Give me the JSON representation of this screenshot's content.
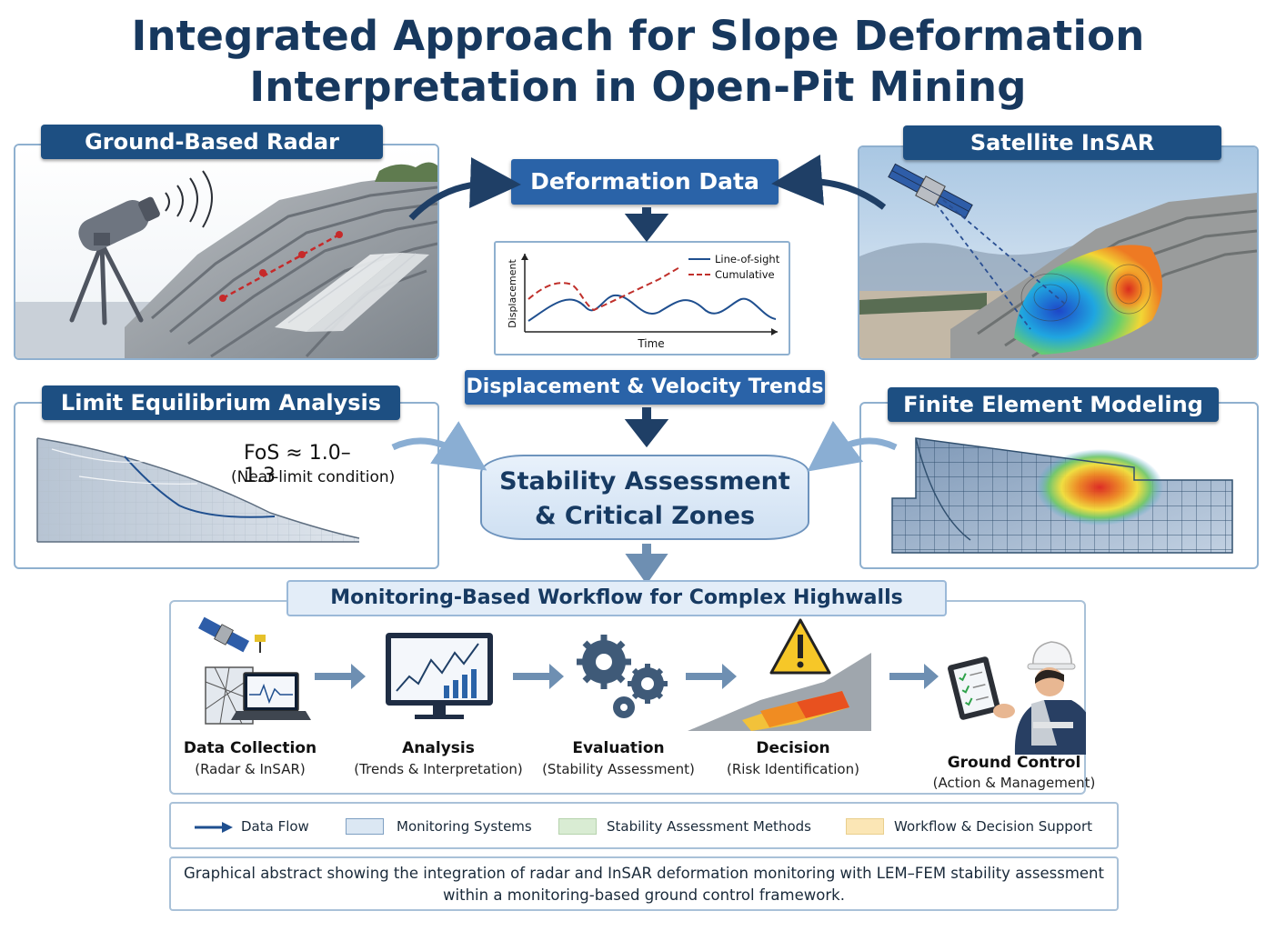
{
  "title": {
    "line1": "Integrated Approach for Slope Deformation",
    "line2": "Interpretation in Open-Pit Mining"
  },
  "panels": {
    "radar": "Ground-Based Radar",
    "insar": "Satellite InSAR",
    "lem": "Limit Equilibrium Analysis",
    "fem": "Finite Element Modeling"
  },
  "lem": {
    "fos": "FoS ≈ 1.0–1.3",
    "condition": "(Near-limit condition)"
  },
  "center": {
    "deformation": "Deformation Data",
    "trends": "Displacement & Velocity Trends",
    "stability_line1": "Stability Assessment",
    "stability_line2": "& Critical Zones"
  },
  "chart_data": {
    "type": "line",
    "xlabel": "Time",
    "ylabel": "Displacement",
    "series": [
      {
        "name": "Line-of-sight",
        "style": "solid",
        "color": "#1f4f8f"
      },
      {
        "name": "Cumulative",
        "style": "dashed",
        "color": "#c0302b"
      }
    ]
  },
  "workflow": {
    "title": "Monitoring-Based Workflow for Complex Highwalls",
    "steps": [
      {
        "label": "Data Collection",
        "sub": "(Radar & InSAR)"
      },
      {
        "label": "Analysis",
        "sub": "(Trends & Interpretation)"
      },
      {
        "label": "Evaluation",
        "sub": "(Stability Assessment)"
      },
      {
        "label": "Decision",
        "sub": "(Risk Identification)"
      },
      {
        "label": "Ground Control",
        "sub": "(Action & Management)"
      }
    ]
  },
  "legend": [
    {
      "label": "Data Flow",
      "color": "#1f4f8f"
    },
    {
      "label": "Monitoring Systems",
      "color": "#dbe7f3"
    },
    {
      "label": "Stability Assessment Methods",
      "color": "#d9ecd3"
    },
    {
      "label": "Workflow & Decision Support",
      "color": "#fbe6b5"
    }
  ],
  "caption": {
    "line1": "Graphical abstract showing the integration of radar and InSAR deformation monitoring with LEM–FEM stability assessment",
    "line2": "within a monitoring-based ground control framework."
  }
}
